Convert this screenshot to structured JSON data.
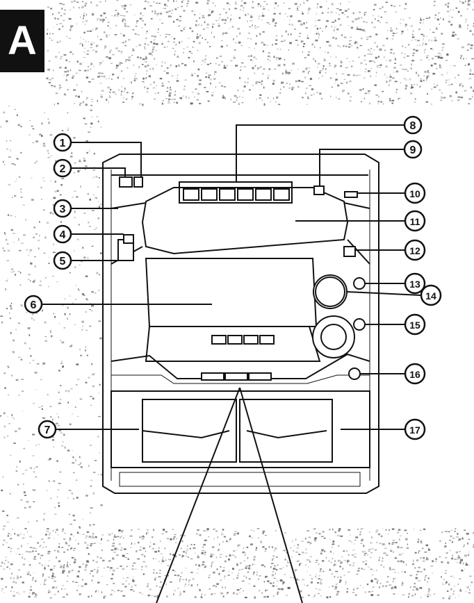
{
  "section": {
    "letter": "A"
  },
  "callouts": [
    {
      "id": "c1",
      "number": "1"
    },
    {
      "id": "c2",
      "number": "2"
    },
    {
      "id": "c3",
      "number": "3"
    },
    {
      "id": "c4",
      "number": "4"
    },
    {
      "id": "c5",
      "number": "5"
    },
    {
      "id": "c6",
      "number": "6"
    },
    {
      "id": "c7",
      "number": "7"
    },
    {
      "id": "c8",
      "number": "8"
    },
    {
      "id": "c9",
      "number": "9"
    },
    {
      "id": "c10",
      "number": "10"
    },
    {
      "id": "c11",
      "number": "11"
    },
    {
      "id": "c12",
      "number": "12"
    },
    {
      "id": "c13",
      "number": "13"
    },
    {
      "id": "c14",
      "number": "14"
    },
    {
      "id": "c15",
      "number": "15"
    },
    {
      "id": "c16",
      "number": "16"
    },
    {
      "id": "c17",
      "number": "17"
    }
  ],
  "colors": {
    "ink": "#111111",
    "paper": "#ffffff",
    "noise": "#555555"
  }
}
